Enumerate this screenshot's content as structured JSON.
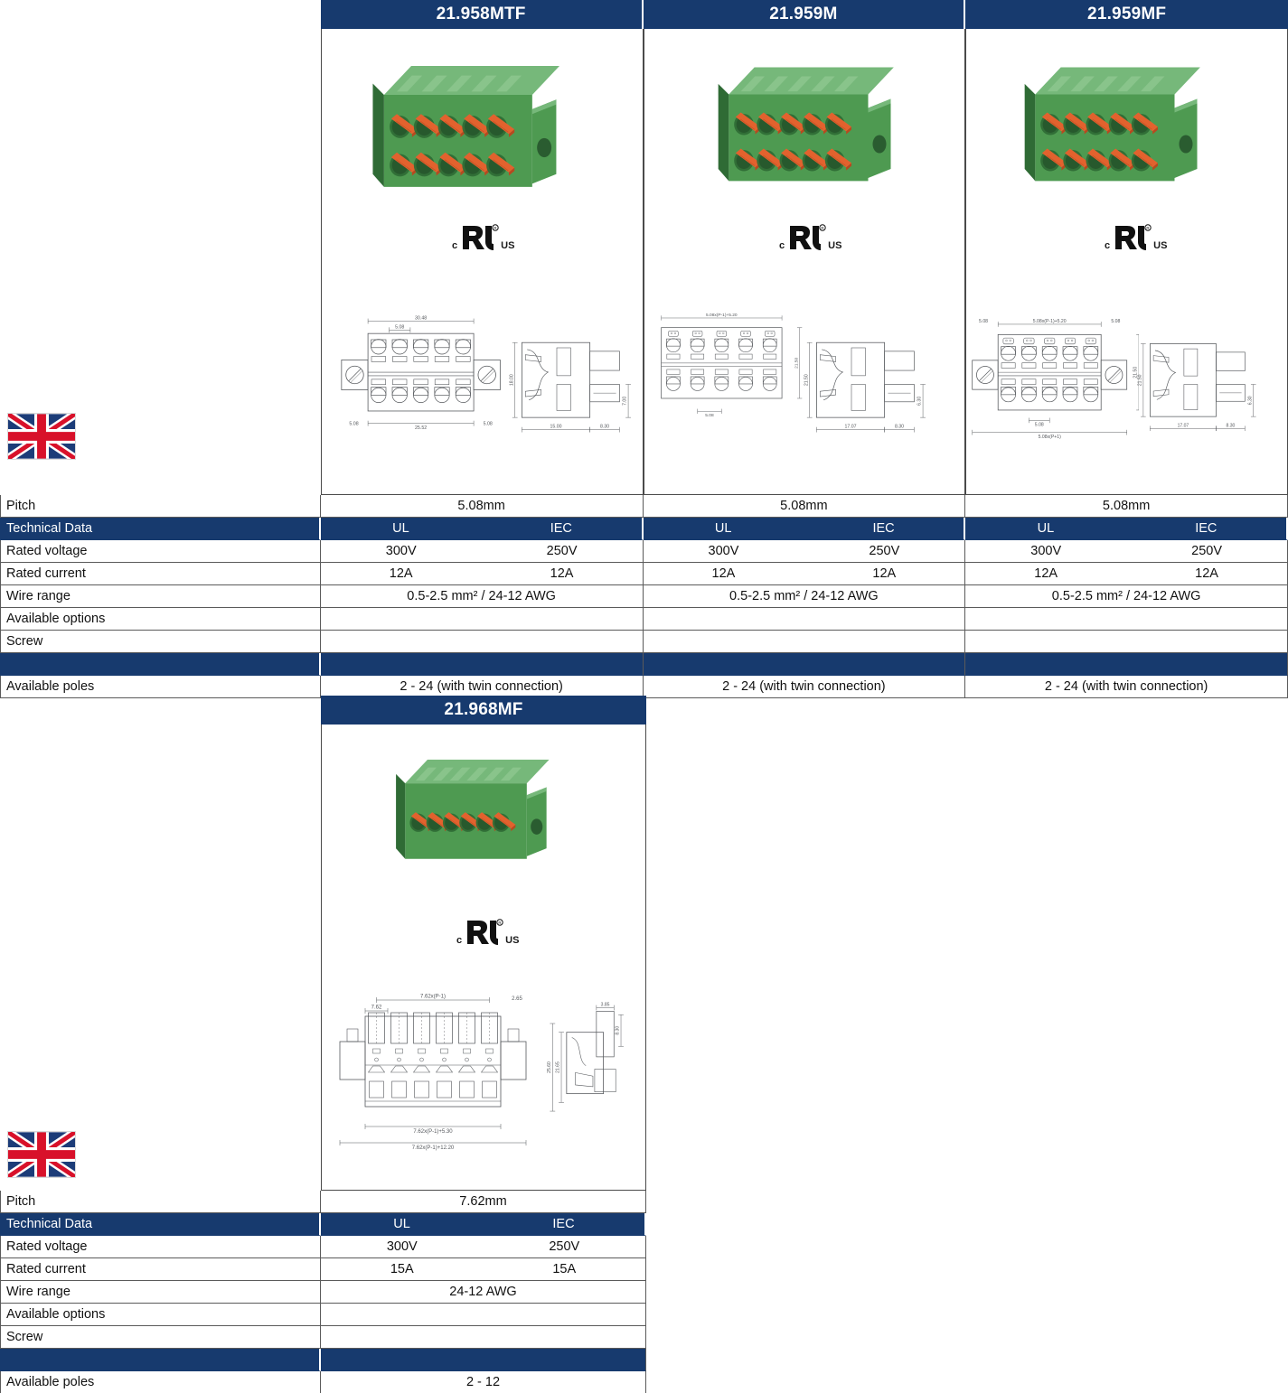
{
  "section1": {
    "columns": [
      {
        "title": "21.958MTF"
      },
      {
        "title": "21.959M"
      },
      {
        "title": "21.959MF"
      }
    ],
    "rows": [
      {
        "label": "Pitch",
        "type": "single",
        "values": [
          "5.08mm",
          "5.08mm",
          "5.08mm"
        ]
      },
      {
        "label": "Technical Data",
        "type": "dual",
        "navy": true,
        "values": [
          [
            "UL",
            "IEC"
          ],
          [
            "UL",
            "IEC"
          ],
          [
            "UL",
            "IEC"
          ]
        ]
      },
      {
        "label": "Rated voltage",
        "type": "dual",
        "values": [
          [
            "300V",
            "250V"
          ],
          [
            "300V",
            "250V"
          ],
          [
            "300V",
            "250V"
          ]
        ]
      },
      {
        "label": "Rated current",
        "type": "dual",
        "values": [
          [
            "12A",
            "12A"
          ],
          [
            "12A",
            "12A"
          ],
          [
            "12A",
            "12A"
          ]
        ]
      },
      {
        "label": "Wire range",
        "type": "single",
        "values": [
          "0.5-2.5 mm² / 24-12 AWG",
          "0.5-2.5 mm² / 24-12 AWG",
          "0.5-2.5 mm² / 24-12 AWG"
        ]
      },
      {
        "label": "Available options",
        "type": "single",
        "values": [
          "",
          "",
          ""
        ]
      },
      {
        "label": "Screw",
        "type": "single",
        "values": [
          "",
          "",
          ""
        ]
      },
      {
        "label": "",
        "type": "spacer",
        "navy": true,
        "values": [
          "",
          "",
          ""
        ]
      },
      {
        "label": "Available poles",
        "type": "single",
        "values": [
          "2 - 24 (with twin connection)",
          "2 - 24 (with twin connection)",
          "2 - 24 (with twin connection)"
        ]
      }
    ],
    "drawings": [
      {
        "dims": [
          "30.48",
          "5.08",
          "5.08",
          "25.52",
          "5.08",
          "18.00",
          "15.00",
          "8.30",
          "7.00"
        ]
      },
      {
        "dims": [
          "5.08x(P-1)+5.20",
          "21.50",
          "5.08",
          "17.07",
          "8.30",
          "6.30"
        ]
      },
      {
        "dims": [
          "5.08",
          "5.08x(P-1)+5.20",
          "5.08",
          "21.50",
          "5.08",
          "5.08x(P+1)",
          "17.07",
          "8.30",
          "6.30"
        ]
      }
    ]
  },
  "section2": {
    "columns": [
      {
        "title": "21.968MF"
      }
    ],
    "rows": [
      {
        "label": "Pitch",
        "type": "single",
        "values": [
          "7.62mm"
        ]
      },
      {
        "label": "Technical Data",
        "type": "dual",
        "navy": true,
        "values": [
          [
            "UL",
            "IEC"
          ]
        ]
      },
      {
        "label": "Rated voltage",
        "type": "dual",
        "values": [
          [
            "300V",
            "250V"
          ]
        ]
      },
      {
        "label": "Rated current",
        "type": "dual",
        "values": [
          [
            "15A",
            "15A"
          ]
        ]
      },
      {
        "label": "Wire range",
        "type": "single",
        "values": [
          "24-12 AWG"
        ]
      },
      {
        "label": "Available options",
        "type": "single",
        "values": [
          ""
        ]
      },
      {
        "label": "Screw",
        "type": "single",
        "values": [
          ""
        ]
      },
      {
        "label": "",
        "type": "spacer",
        "navy": true,
        "values": [
          ""
        ]
      },
      {
        "label": "Available poles",
        "type": "single",
        "values": [
          "2 - 12"
        ]
      }
    ],
    "drawings": [
      {
        "dims": [
          "7.62x(P-1)",
          "2.65",
          "7.62",
          "7.62x(P-1)+5.30",
          "7.62x(P-1)+12.20",
          "3.85",
          "8.30",
          "25.60",
          "21.65"
        ]
      }
    ]
  },
  "marks": {
    "ul_left": "c",
    "ul_right": "US",
    "ul_name": "cULus certification mark"
  },
  "flag": {
    "name": "United Kingdom flag",
    "alt": "English language"
  },
  "colors": {
    "navy": "#173a6e",
    "connector_green": "#4e9a51",
    "lever_orange": "#e2622e",
    "flag_blue": "#1c3c78",
    "flag_red": "#d8112a"
  }
}
